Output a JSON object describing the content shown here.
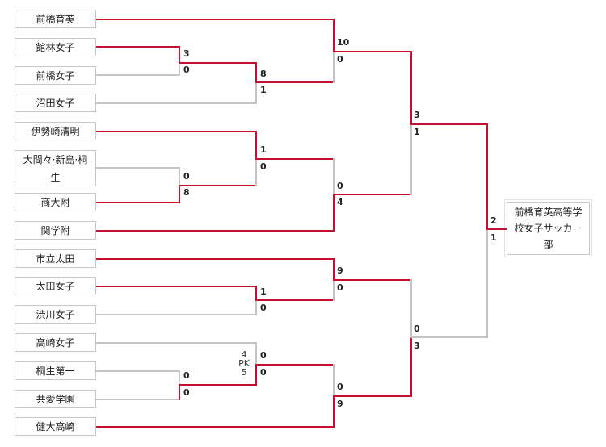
{
  "teams": [
    "前橋育英",
    "館林女子",
    "前橋女子",
    "沼田女子",
    "伊勢崎清明",
    "大間々·新島·桐生",
    "商大附",
    "関学附",
    "市立太田",
    "太田女子",
    "渋川女子",
    "高崎女子",
    "桐生第一",
    "共愛学園",
    "健大高崎"
  ],
  "champion": "前橋育英高等学校女子サッカー部",
  "scores": {
    "r1_tatebayashi_maebashij": [
      "3",
      "0"
    ],
    "r1_oomama_shodai": [
      "0",
      "8"
    ],
    "r1_kiryu_kyoai": [
      "0",
      "0"
    ],
    "r2_tatebayashi_numata": [
      "8",
      "1"
    ],
    "r2_isesaki_shodai": [
      "1",
      "0"
    ],
    "r2_ota_shibukawa": [
      "1",
      "0"
    ],
    "r2_takasaki_kyoai": [
      "0",
      "0"
    ],
    "r2_takasaki_pk": [
      "4",
      "PK",
      "5"
    ],
    "qf_maebashi_numata": [
      "10",
      "0"
    ],
    "qf_isesaki_kangaku": [
      "0",
      "4"
    ],
    "qf_shiritsuota_ota": [
      "9",
      "0"
    ],
    "qf_kyoai_kendai": [
      "0",
      "9"
    ],
    "sf_top": [
      "3",
      "1"
    ],
    "sf_bottom": [
      "0",
      "3"
    ],
    "final": [
      "2",
      "1"
    ]
  }
}
